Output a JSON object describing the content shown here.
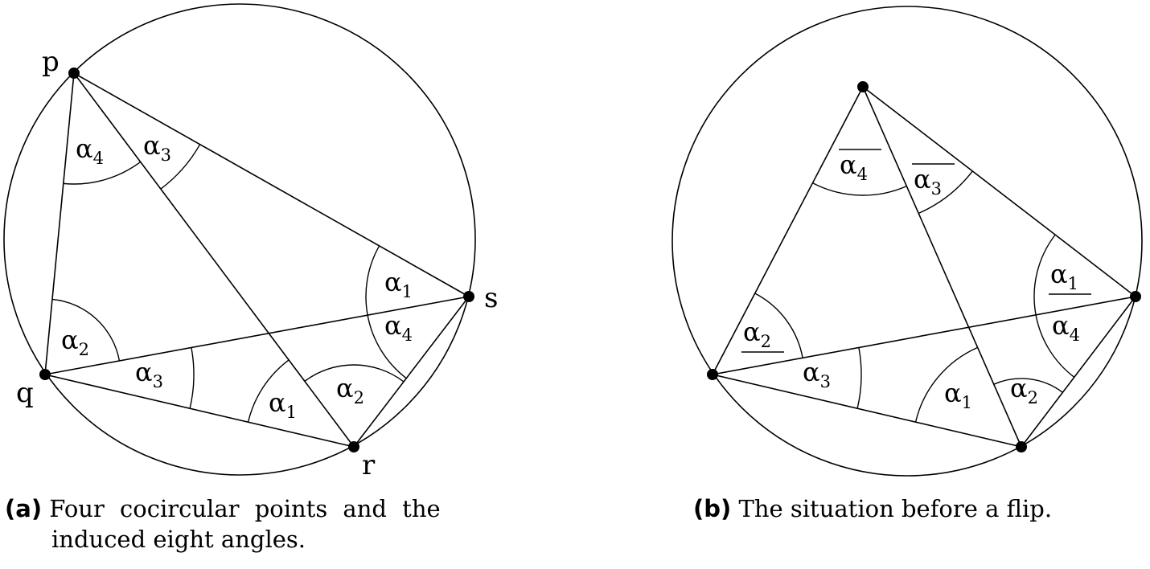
{
  "figure_a": {
    "points": {
      "p": "p",
      "q": "q",
      "r": "r",
      "s": "s"
    },
    "angles": {
      "p_a4": {
        "base": "α",
        "sub": "4"
      },
      "p_a3": {
        "base": "α",
        "sub": "3"
      },
      "s_a1": {
        "base": "α",
        "sub": "1"
      },
      "s_a4": {
        "base": "α",
        "sub": "4"
      },
      "q_a2": {
        "base": "α",
        "sub": "2"
      },
      "q_a3": {
        "base": "α",
        "sub": "3"
      },
      "r_a1": {
        "base": "α",
        "sub": "1"
      },
      "r_a2": {
        "base": "α",
        "sub": "2"
      }
    },
    "caption": {
      "tag": "(a)",
      "text_line1": "Four cocircular points and the",
      "text_line2": "induced eight angles."
    }
  },
  "figure_b": {
    "angles": {
      "t_a4": {
        "base": "α",
        "sub": "4",
        "mark": "overline"
      },
      "t_a3": {
        "base": "α",
        "sub": "3",
        "mark": "overline"
      },
      "r_a1": {
        "base": "α",
        "sub": "1",
        "mark": "underline"
      },
      "r_a4": {
        "base": "α",
        "sub": "4"
      },
      "l_a2": {
        "base": "α",
        "sub": "2",
        "mark": "underline"
      },
      "l_a3": {
        "base": "α",
        "sub": "3"
      },
      "b_a1": {
        "base": "α",
        "sub": "1"
      },
      "b_a2": {
        "base": "α",
        "sub": "2"
      }
    },
    "caption": {
      "tag": "(b)",
      "text": "The situation before a flip."
    }
  }
}
